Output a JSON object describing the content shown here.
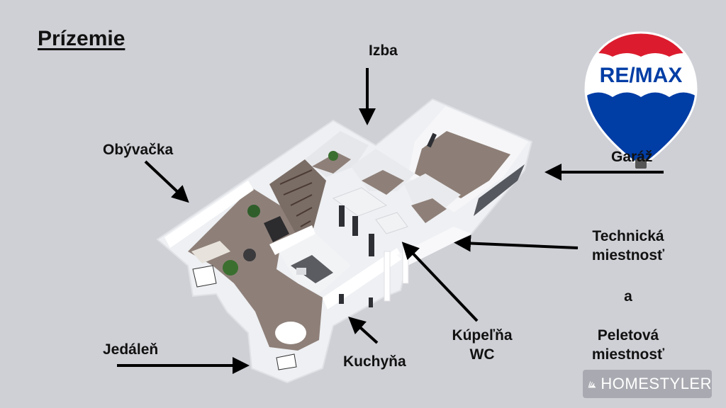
{
  "title": "Prízemie",
  "labels": {
    "izba": "Izba",
    "obyvacka": "Obývačka",
    "garaz": "Garáž",
    "technicka_1": "Technická",
    "technicka_2": "miestnosť",
    "a": "a",
    "peletova_1": "Peletová",
    "peletova_2": "miestnosť",
    "kupelna_1": "Kúpeľňa",
    "kupelna_2": "WC",
    "kuchyna": "Kuchyňa",
    "jedalen": "Jedáleň"
  },
  "logo": {
    "brand": "RE/MAX",
    "colors": {
      "red": "#dc1c2e",
      "blue": "#003da5",
      "white": "#ffffff"
    }
  },
  "watermark": "HOMESTYLER",
  "colors": {
    "background": "#cfd0d6",
    "text": "#111111",
    "wall": "#f4f4f6",
    "floor": "#8a7b72"
  }
}
